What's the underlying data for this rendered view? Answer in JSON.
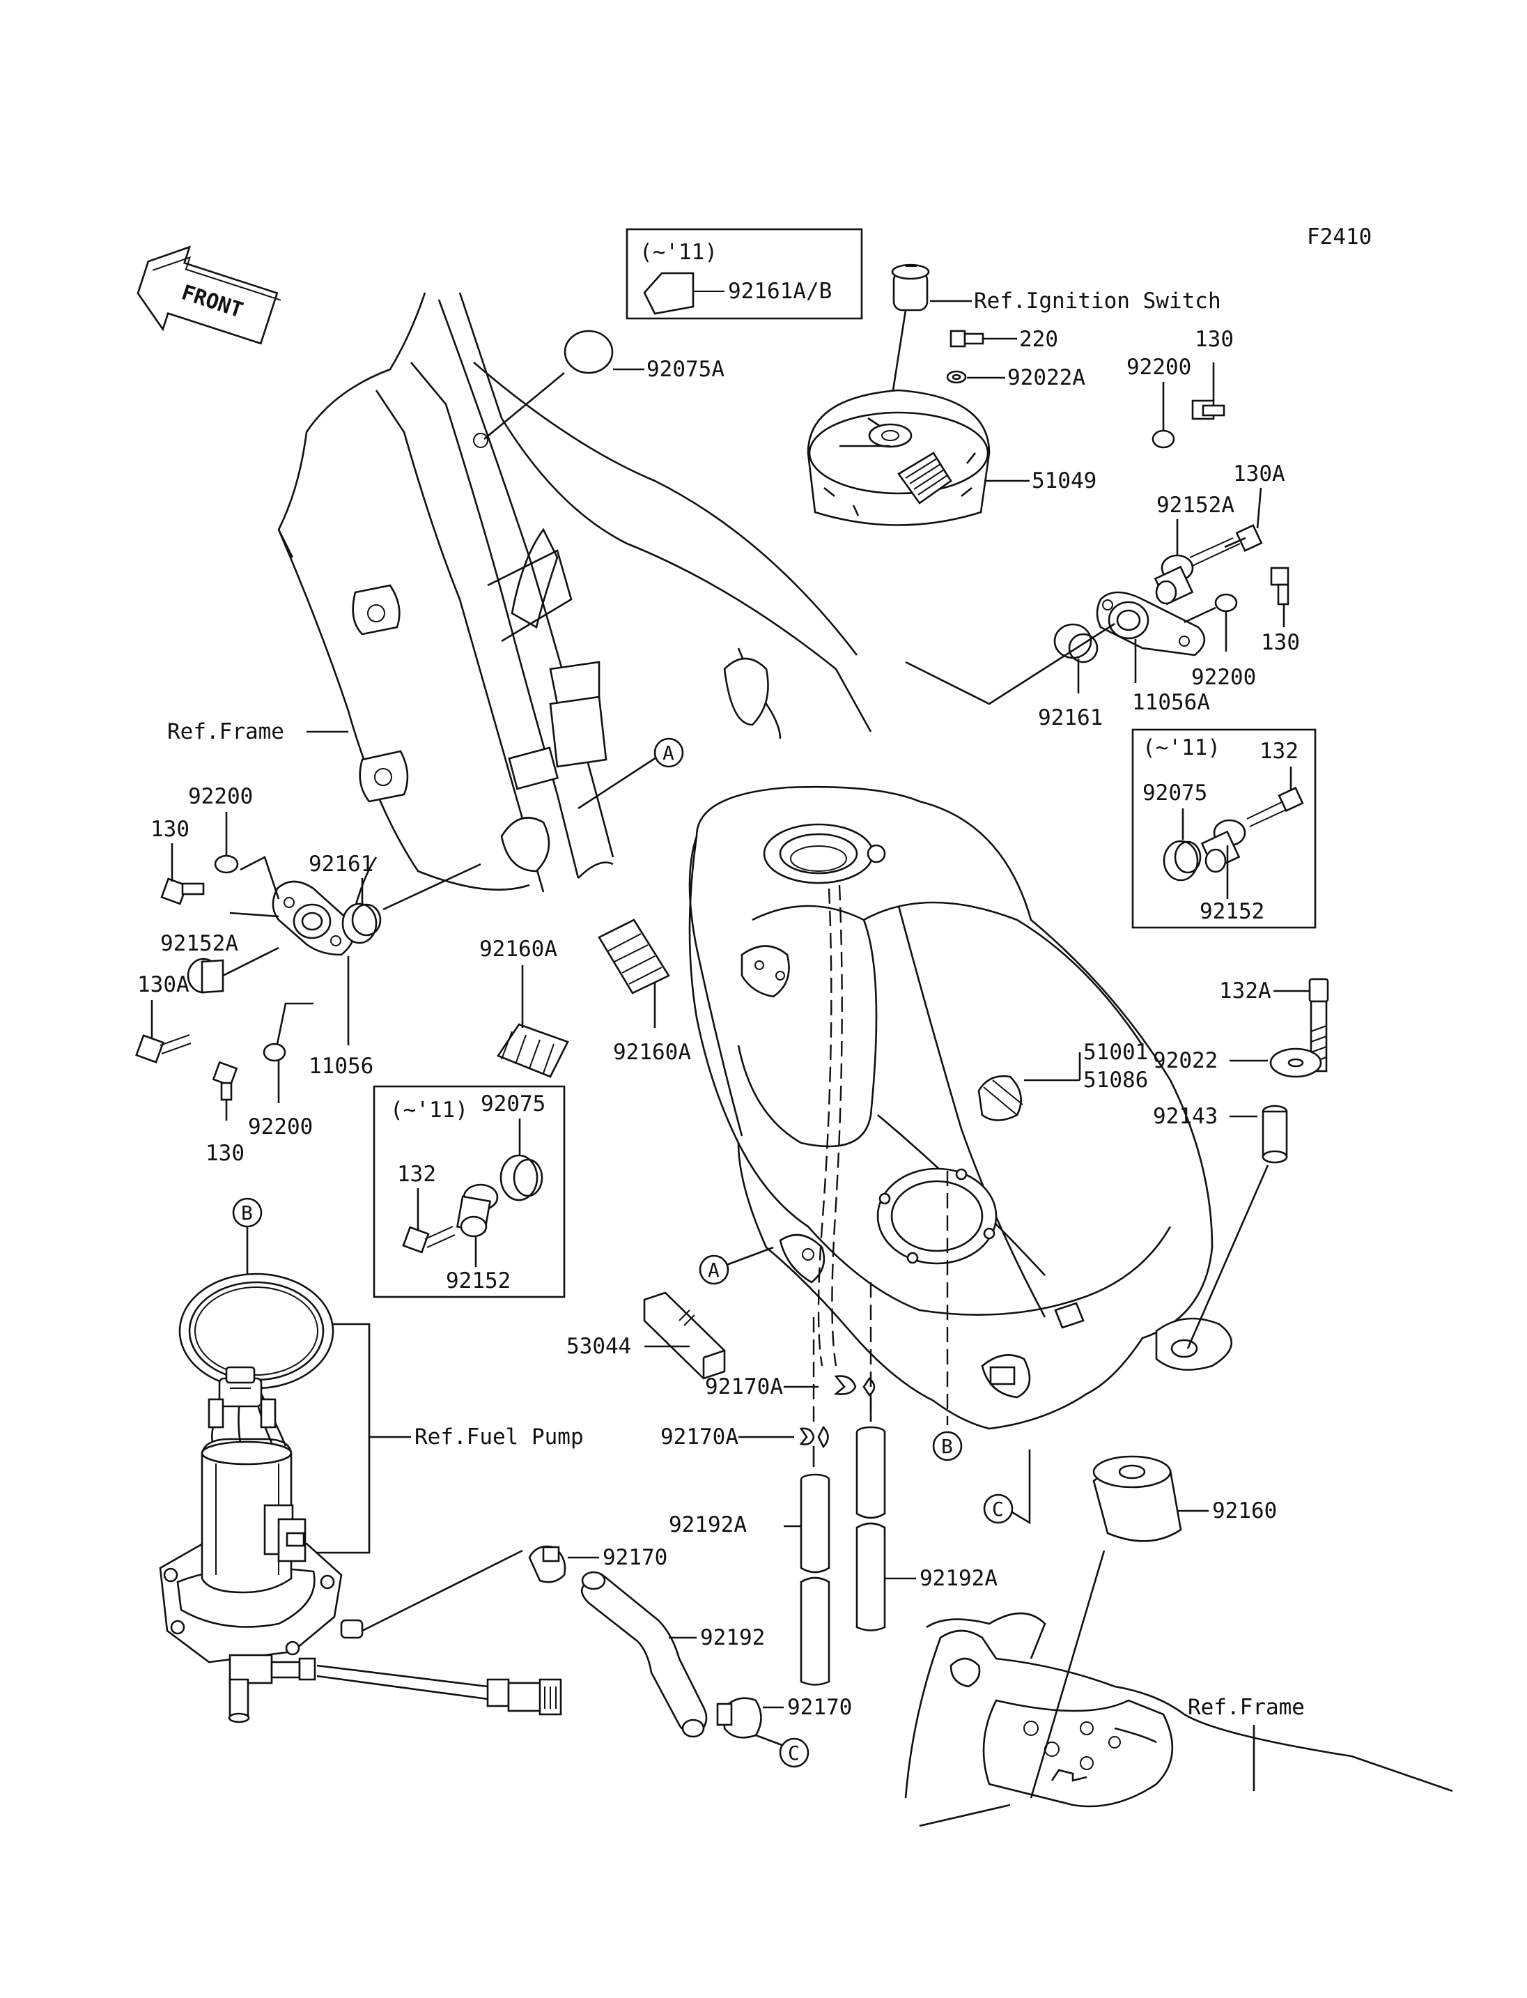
{
  "figure_code": "F2410",
  "direction_label": "FRONT",
  "refs": {
    "ignition_switch": "Ref.Ignition Switch",
    "frame_left": "Ref.Frame",
    "frame_right": "Ref.Frame",
    "fuel_pump": "Ref.Fuel Pump"
  },
  "boxes": {
    "top": {
      "year": "(~'11)",
      "part": "92161A/B"
    },
    "left": {
      "year": "(~'11)",
      "parts": [
        "92075",
        "132",
        "92152"
      ]
    },
    "right": {
      "year": "(~'11)",
      "parts": [
        "132",
        "92075",
        "92152"
      ]
    }
  },
  "markers": [
    "A",
    "B",
    "C"
  ],
  "labels": {
    "p92075A": "92075A",
    "p220": "220",
    "p92022A": "92022A",
    "p51049": "51049",
    "p130_top": "130",
    "p92200_top": "92200",
    "p130A_top": "130A",
    "p92152A_top": "92152A",
    "p130_right": "130",
    "p92200_right": "92200",
    "p92161_right": "92161",
    "p11056A": "11056A",
    "p92200_left": "92200",
    "p130_left": "130",
    "p92161_left": "92161",
    "p92152A_left": "92152A",
    "p130A_left": "130A",
    "p11056": "11056",
    "p130_bottom": "130",
    "p92200_bottom": "92200",
    "p92160A_a": "92160A",
    "p92160A_b": "92160A",
    "p51001": "51001",
    "p51086": "51086",
    "p132A": "132A",
    "p92022": "92022",
    "p92143": "92143",
    "p53044": "53044",
    "p92170A_a": "92170A",
    "p92170A_b": "92170A",
    "p92192A_a": "92192A",
    "p92192A_b": "92192A",
    "p92170_a": "92170",
    "p92192": "92192",
    "p92170_b": "92170",
    "p92160": "92160"
  }
}
